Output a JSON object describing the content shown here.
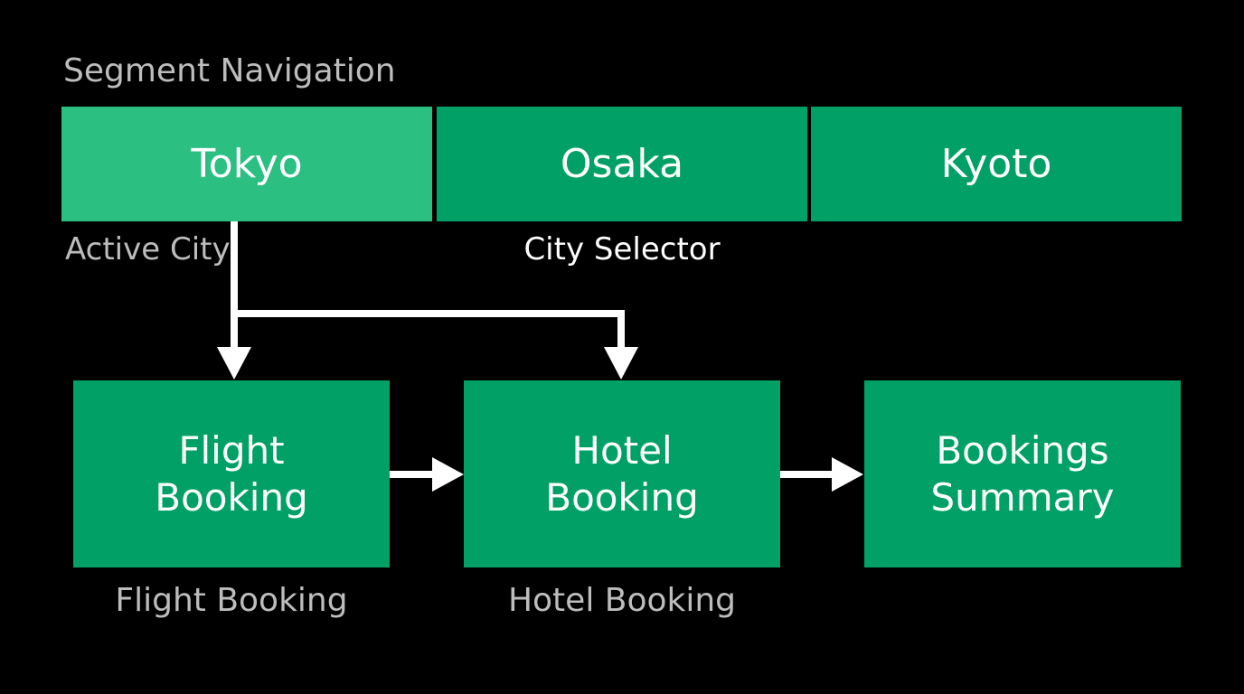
{
  "diagram": {
    "title": "Segment Navigation",
    "segments": [
      {
        "label": "Tokyo",
        "active": true
      },
      {
        "label": "Osaka",
        "active": false
      },
      {
        "label": "Kyoto",
        "active": false
      }
    ],
    "segment_captions": {
      "active": "Active City",
      "selector": "City Selector"
    },
    "boxes": [
      {
        "label": "Flight\nBooking"
      },
      {
        "label": "Hotel\nBooking"
      },
      {
        "label": "Bookings\nSummary"
      }
    ],
    "box_captions": [
      "Flight Booking",
      "Hotel Booking"
    ],
    "colors": {
      "background": "#000000",
      "active_segment": "#2bbf82",
      "segment": "#00a066",
      "box": "#00a066",
      "arrow": "#ffffff",
      "muted_text": "#bdbdbd",
      "text": "#ffffff"
    }
  }
}
